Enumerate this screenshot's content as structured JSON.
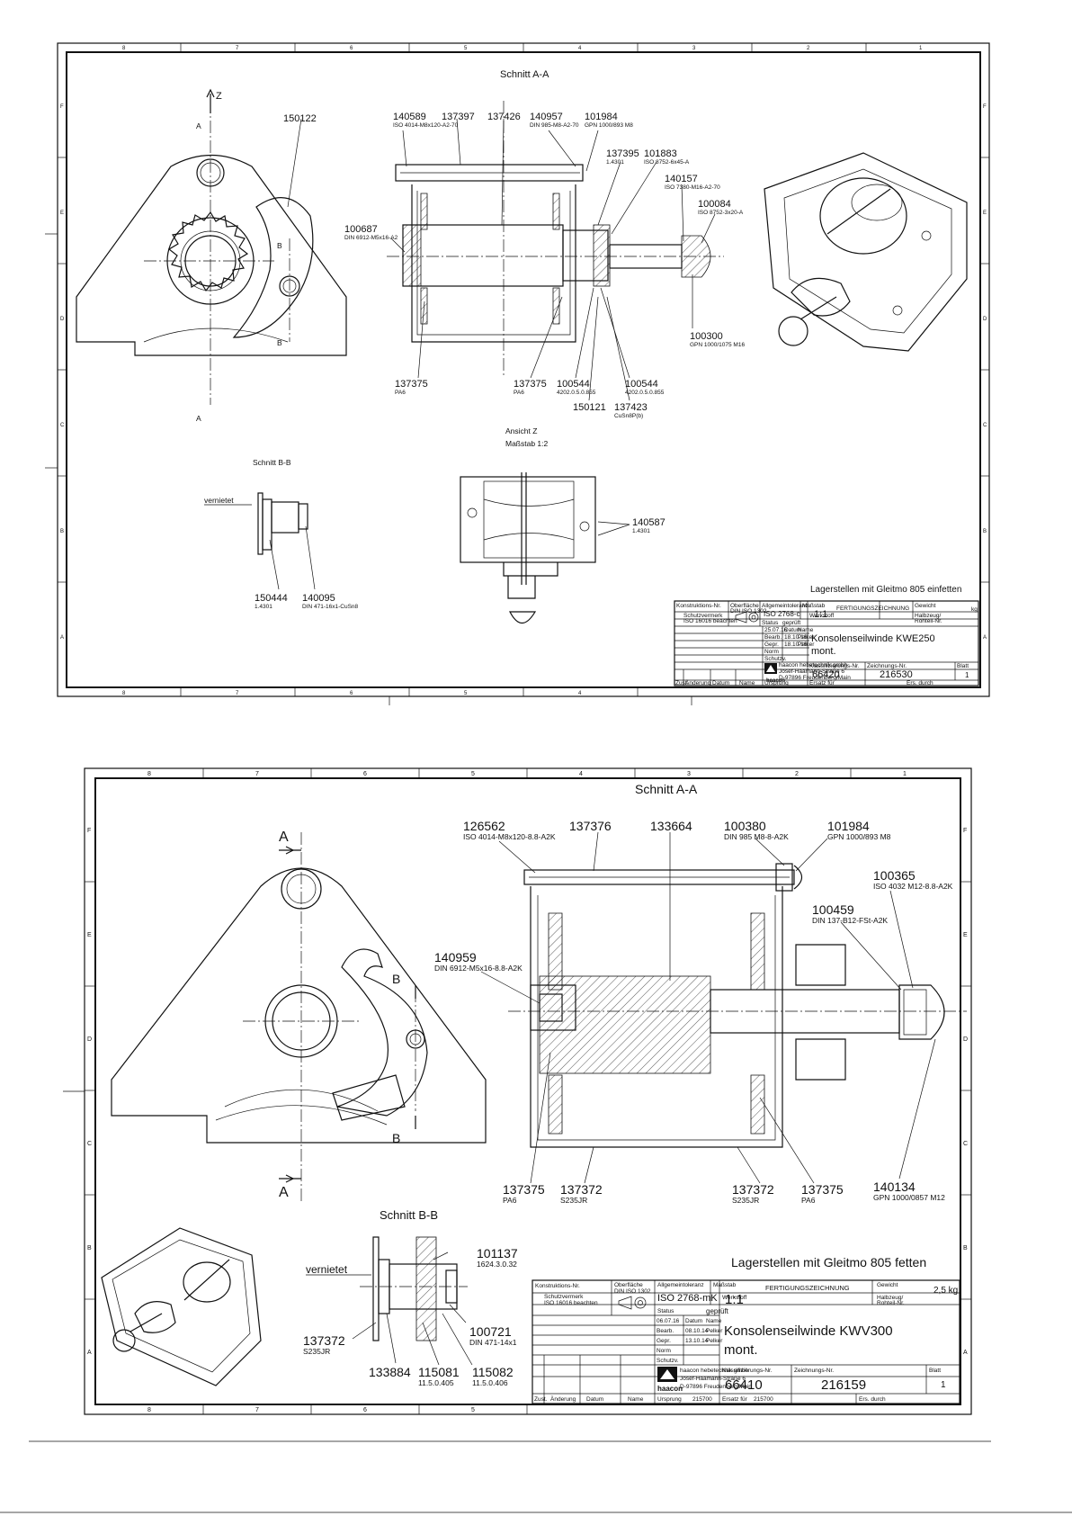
{
  "sheet1": {
    "zones_top": [
      "8",
      "7",
      "6",
      "5",
      "4",
      "3",
      "2",
      "1"
    ],
    "zones_side": [
      "F",
      "E",
      "D",
      "C",
      "B",
      "A"
    ],
    "section_title": "Schnitt A-A",
    "view_axis": "Z",
    "section_marks": {
      "a": "A",
      "b": "B"
    },
    "labels": {
      "p150122": "150122",
      "p140589": "140589",
      "p140589_sub": "ISO 4014-M8x120-A2-70",
      "p137397": "137397",
      "p137426": "137426",
      "p140957": "140957",
      "p140957_sub": "DIN 985-M8-A2-70",
      "p101984": "101984",
      "p101984_sub": "GPN 1000/893 M8",
      "p137395": "137395",
      "p137395_sub": "1.4301",
      "p101883": "101883",
      "p101883_sub": "ISO 8752-6x45-A",
      "p140157": "140157",
      "p140157_sub": "ISO 7380-M16-A2-70",
      "p100084": "100084",
      "p100084_sub": "ISO 8752-3x20-A",
      "p100687": "100687",
      "p100687_sub": "DIN 6912-M5x16-A2",
      "p100300": "100300",
      "p100300_sub": "GPN 1000/1075 M16",
      "p137375a": "137375",
      "p137375a_sub": "PA6",
      "p137375b": "137375",
      "p137375b_sub": "PA6",
      "p100544a": "100544",
      "p100544a_sub": "4202.0.5.0.855",
      "p100544b": "100544",
      "p100544b_sub": "4202.0.5.0.855",
      "p150121": "150121",
      "p137423": "137423",
      "p137423_sub": "CuSn8P(b)",
      "p140587": "140587",
      "p140587_sub": "1.4301",
      "p150444": "150444",
      "p150444_sub": "1.4301",
      "p140095": "140095",
      "p140095_sub": "DIN 471-16x1-CuSn8"
    },
    "view_z_title": "Ansicht Z",
    "view_z_scale": "Maßstab 1:2",
    "section_bb": "Schnitt B-B",
    "riveted": "vernietet",
    "note": "Lagerstellen mit Gleitmo 805 einfetten",
    "titleblock": {
      "konstruktionsnr": "Konstruktions-Nr.",
      "oberflaeche": "Oberfläche",
      "oberflaeche_std": "DIN ISO 1302",
      "allgemeintoleranz": "Allgemeintoleranz",
      "tol_value": "ISO 2768-c",
      "massstab": "Maßstab",
      "scale": "1:1",
      "doc_type": "FERTIGUNGSZEICHNUNG",
      "gewicht": "Gewicht",
      "weight": "kg",
      "schutzvermerk": "Schutzvermerk",
      "schutzvermerk2": "ISO 16016 beachten",
      "status": "Status",
      "status_val": "geprüft",
      "werkstoff": "Werkstoff",
      "halbzeug": "Halbzeug/",
      "rohteil": "Rohteil-Nr.",
      "date0": "25.07.16",
      "datum": "Datum",
      "name": "Name",
      "bearb": "Bearb.",
      "bearb_date": "18.10.16",
      "bearb_name": "Pelker",
      "gepr": "Gepr.",
      "gepr_date": "18.10.16",
      "gepr_name": "Pelker",
      "norm": "Norm",
      "schutzvm": "Schutzv.",
      "title1": "Konsolenseilwinde KWE250",
      "title2": "mont.",
      "company": "haacon hebetechnik gmbh",
      "street": "Josef-Haamann-Straße 6",
      "city": "D-97896 Freudenberg/Main",
      "logo": "haacon",
      "klass_label": "Klassifizierungs-Nr.",
      "klass": "66420",
      "zeich_label": "Zeichnungs-Nr.",
      "zeichnr": "216530",
      "blatt_label": "Blatt",
      "blatt": "1",
      "zust": "Zust.",
      "aenderung": "Änderung",
      "datum2": "Datum",
      "name2": "Name",
      "ursprung": "Ursprung",
      "ersatz": "Ersatz für",
      "ers_durch": "Ers. durch"
    }
  },
  "sheet2": {
    "zones_top": [
      "8",
      "7",
      "6",
      "5",
      "4",
      "3",
      "2",
      "1"
    ],
    "zones_side": [
      "F",
      "E",
      "D",
      "C",
      "B",
      "A"
    ],
    "section_title": "Schnitt A-A",
    "section_marks": {
      "a": "A",
      "b": "B"
    },
    "labels": {
      "p126562": "126562",
      "p126562_sub": "ISO 4014-M8x120-8.8-A2K",
      "p137376": "137376",
      "p133664": "133664",
      "p100380": "100380",
      "p100380_sub": "DIN 985 M8-8-A2K",
      "p101984": "101984",
      "p101984_sub": "GPN 1000/893 M8",
      "p100365": "100365",
      "p100365_sub": "ISO 4032 M12-8.8-A2K",
      "p100459": "100459",
      "p100459_sub": "DIN 137-B12-FSt-A2K",
      "p140959": "140959",
      "p140959_sub": "DIN 6912-M5x16-8.8-A2K",
      "p137375a": "137375",
      "p137375a_sub": "PA6",
      "p137372a": "137372",
      "p137372a_sub": "S235JR",
      "p137372b": "137372",
      "p137372b_sub": "S235JR",
      "p137375b": "137375",
      "p137375b_sub": "PA6",
      "p140134": "140134",
      "p140134_sub": "GPN 1000/0857 M12",
      "p101137": "101137",
      "p101137_sub": "1624.3.0.32",
      "p100721": "100721",
      "p100721_sub": "DIN 471-14x1",
      "p137372c": "137372",
      "p137372c_sub": "S235JR",
      "p133884": "133884",
      "p115081": "115081",
      "p115081_sub": "11.5.0.405",
      "p115082": "115082",
      "p115082_sub": "11.5.0.406"
    },
    "section_bb": "Schnitt B-B",
    "riveted": "vernietet",
    "note": "Lagerstellen mit Gleitmo 805 fetten",
    "titleblock": {
      "konstruktionsnr": "Konstruktions-Nr.",
      "oberflaeche": "Oberfläche",
      "oberflaeche_std": "DIN ISO 1302",
      "allgemeintoleranz": "Allgemeintoleranz",
      "tol_value": "ISO 2768-mK",
      "massstab": "Maßstab",
      "scale": "1:1",
      "doc_type": "FERTIGUNGSZEICHNUNG",
      "gewicht": "Gewicht",
      "weight": "2,5 kg",
      "schutzvermerk": "Schutzvermerk",
      "schutzvermerk2": "ISO 16016 beachten",
      "status": "Status",
      "status_val": "geprüft",
      "werkstoff": "Werkstoff",
      "halbzeug": "Halbzeug/",
      "rohteil": "Rohteil-Nr.",
      "date0": "06.07.16",
      "datum": "Datum",
      "name": "Name",
      "bearb": "Bearb.",
      "bearb_date": "08.10.14",
      "bearb_name": "Pelker",
      "gepr": "Gepr.",
      "gepr_date": "13.10.14",
      "gepr_name": "Pelker",
      "norm": "Norm",
      "schutzvm": "Schutzv.",
      "title1": "Konsolenseilwinde KWV300",
      "title2": "mont.",
      "company": "haacon hebetechnik gmbh",
      "street": "Josef-Haamann-Straße 6",
      "city": "D-97896 Freudenberg/Main",
      "logo": "haacon",
      "klass_label": "Klassifizierungs-Nr.",
      "klass": "66410",
      "zeich_label": "Zeichnungs-Nr.",
      "zeichnr": "216159",
      "blatt_label": "Blatt",
      "blatt": "1",
      "zust": "Zust.",
      "aenderung": "Änderung",
      "datum2": "Datum",
      "name2": "Name",
      "ursprung": "Ursprung",
      "ursprung_val": "215700",
      "ersatz": "Ersatz für",
      "ersatz_val": "215700",
      "ers_durch": "Ers. durch"
    }
  }
}
